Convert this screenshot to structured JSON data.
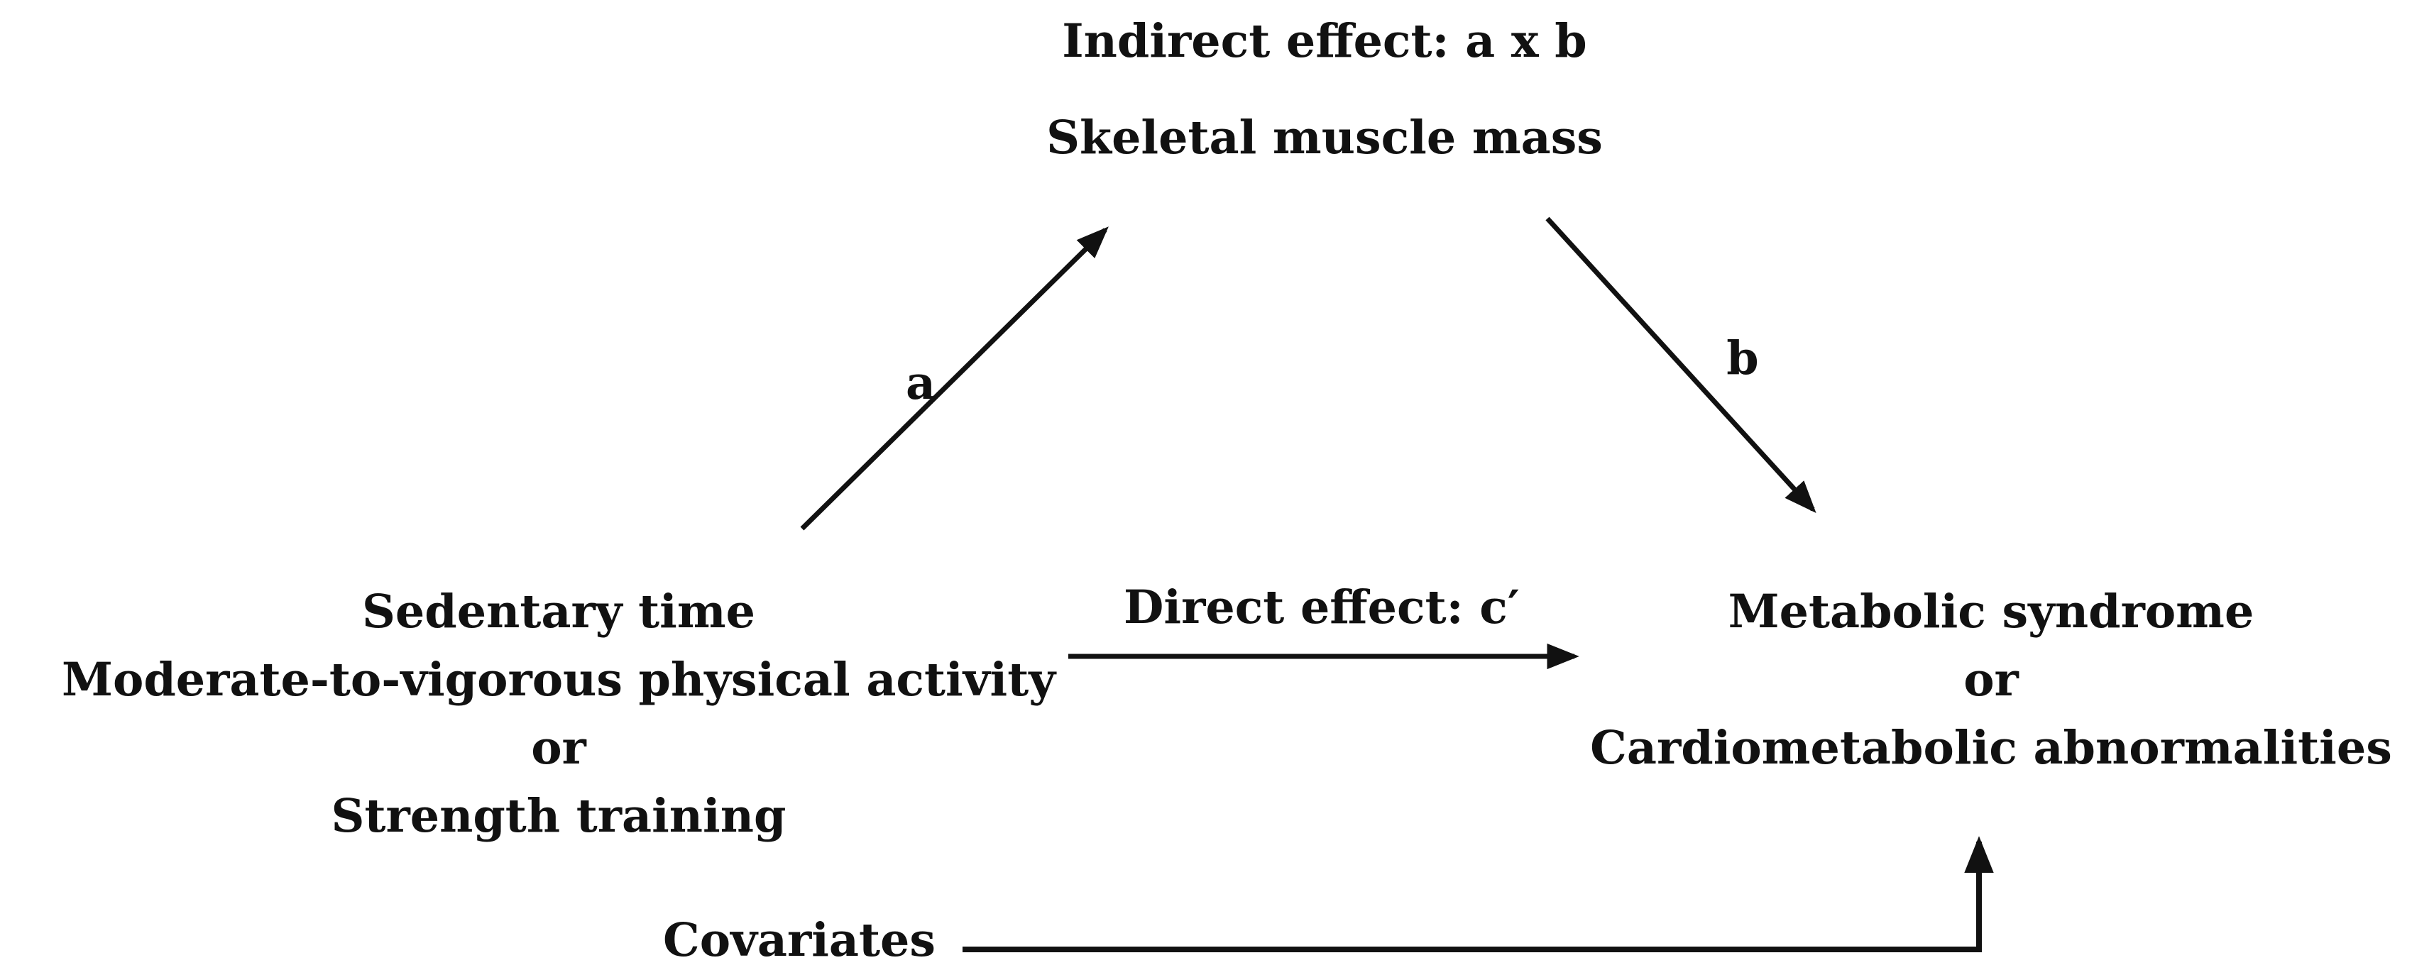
{
  "diagram": {
    "title_implicit": "Mediation model",
    "indirect_effect_label": "Indirect effect: a x b",
    "mediator_label": "Skeletal muscle mass",
    "exposure_lines": [
      "Sedentary time",
      "Moderate-to-vigorous physical activity",
      "or",
      "Strength training"
    ],
    "outcome_lines": [
      "Metabolic syndrome",
      "or",
      "Cardiometabolic abnormalities"
    ],
    "direct_effect_label": "Direct effect: c′",
    "path_a_label": "a",
    "path_b_label": "b",
    "covariates_label": "Covariates",
    "colors": {
      "text": "#111111",
      "line": "#111111",
      "background": "#ffffff"
    }
  }
}
